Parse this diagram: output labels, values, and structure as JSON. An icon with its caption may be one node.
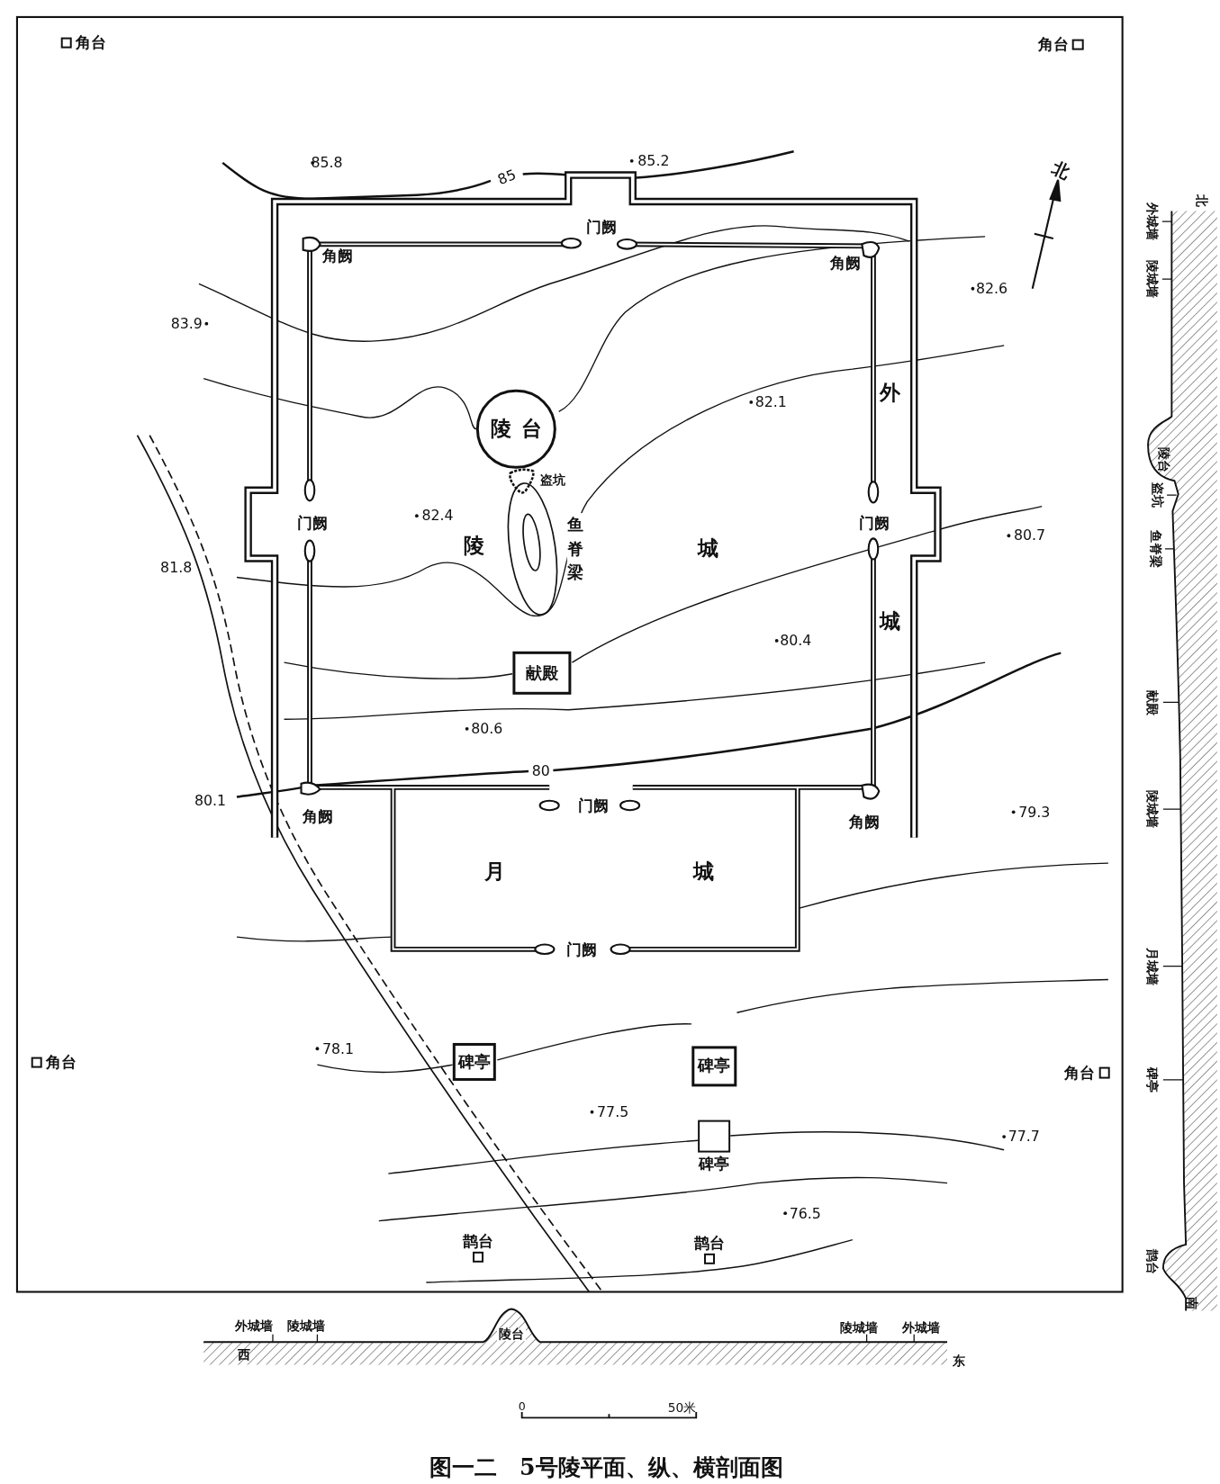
{
  "diagram": {
    "caption": "图一二　5号陵平面、纵、横剖面图",
    "nodes": [
      {
        "text": [
          "角台"
        ]
      },
      {
        "text": [
          "角台"
        ]
      },
      {
        "text": [
          "陵台"
        ]
      },
      {
        "text": [
          "盗坑"
        ]
      },
      {
        "text": [
          "鱼脊梁"
        ]
      },
      {
        "text": [
          "献殿"
        ]
      },
      {
        "text": [
          "碑亭"
        ]
      },
      {
        "text": [
          "碑亭"
        ]
      },
      {
        "text": [
          "角台"
        ]
      },
      {
        "text": [
          "角台"
        ]
      },
      {
        "text": [
          "碑亭"
        ]
      },
      {
        "text": [
          "鹊台"
        ]
      },
      {
        "text": [
          "鹊台"
        ]
      }
    ],
    "labels": [
      "85.8",
      "85",
      "85.2",
      "门阙",
      "角阙",
      "角阙",
      "82.6",
      "83.9",
      "外",
      "82.1",
      "门阙",
      "82.4",
      "门阙",
      "陵",
      "城",
      "80.7",
      "81.8",
      "城",
      "80.4",
      "80.6",
      "80",
      "80.1",
      "门阙",
      "角阙",
      "角阙",
      "79.3",
      "月",
      "城",
      "门阙",
      "78.1",
      "77.5",
      "77.7",
      "76.5",
      "北",
      "北",
      "外城墙",
      "陵城墙",
      "陵台",
      "盗坑",
      "鱼脊梁",
      "献殿",
      "陵城墙",
      "月城墙",
      "碑亭",
      "鹊台",
      "南",
      "外城墙",
      "陵城墙",
      "西",
      "陵台",
      "陵城墙",
      "外城墙",
      "东",
      "0",
      "50米"
    ]
  }
}
